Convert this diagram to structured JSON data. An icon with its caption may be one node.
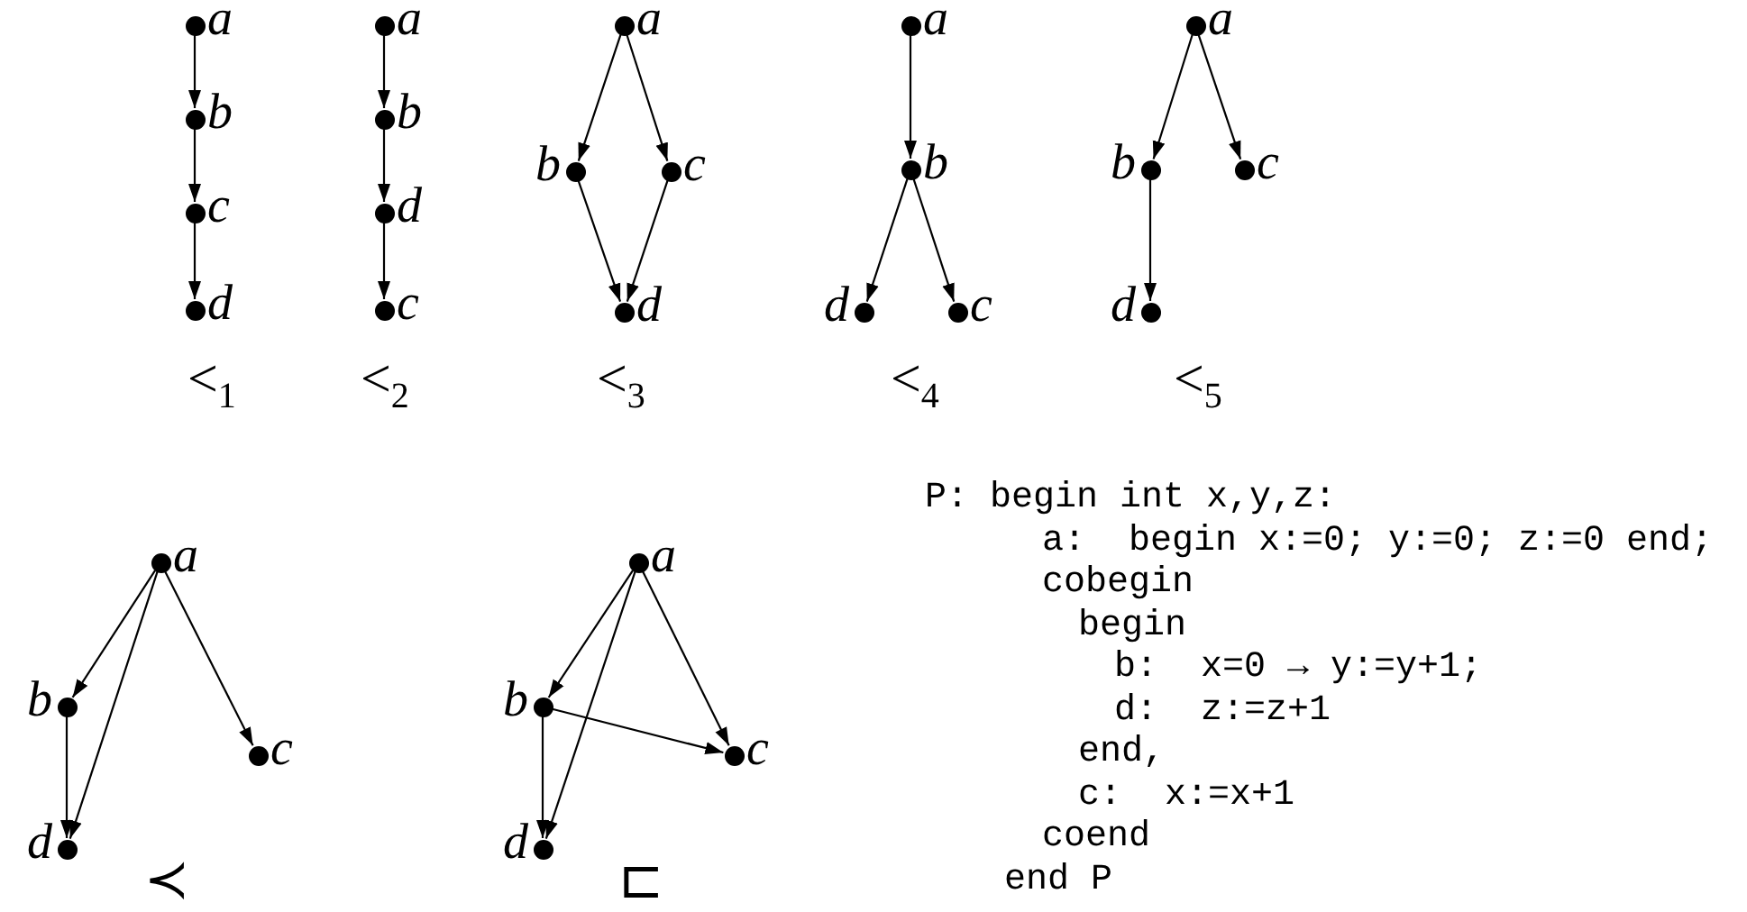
{
  "diagram": {
    "nodes": [
      {
        "text": [],
        "shape": "circle",
        "beside": [
          "a"
        ]
      },
      {
        "text": [],
        "shape": "circle",
        "beside": [
          "b"
        ]
      },
      {
        "text": [],
        "shape": "circle",
        "beside": [
          "c"
        ]
      },
      {
        "text": [],
        "shape": "circle",
        "beside": [
          "d"
        ]
      },
      {
        "text": [],
        "shape": "circle",
        "beside": [
          "a"
        ]
      },
      {
        "text": [],
        "shape": "circle",
        "beside": [
          "b"
        ]
      },
      {
        "text": [],
        "shape": "circle",
        "beside": [
          "d"
        ]
      },
      {
        "text": [],
        "shape": "circle",
        "beside": [
          "c"
        ]
      },
      {
        "text": [],
        "shape": "circle",
        "beside": [
          "a"
        ]
      },
      {
        "text": [],
        "shape": "circle",
        "beside": [
          "b"
        ]
      },
      {
        "text": [],
        "shape": "circle",
        "beside": [
          "c"
        ]
      },
      {
        "text": [],
        "shape": "circle",
        "beside": [
          "d"
        ]
      },
      {
        "text": [],
        "shape": "circle",
        "beside": [
          "a"
        ]
      },
      {
        "text": [],
        "shape": "circle",
        "beside": [
          "b"
        ]
      },
      {
        "text": [],
        "shape": "circle",
        "beside": [
          "d"
        ]
      },
      {
        "text": [],
        "shape": "circle",
        "beside": [
          "c"
        ]
      },
      {
        "text": [],
        "shape": "circle",
        "beside": [
          "a"
        ]
      },
      {
        "text": [],
        "shape": "circle",
        "beside": [
          "b"
        ]
      },
      {
        "text": [],
        "shape": "circle",
        "beside": [
          "c"
        ]
      },
      {
        "text": [],
        "shape": "circle",
        "beside": [
          "d"
        ]
      },
      {
        "text": [],
        "shape": "circle",
        "beside": [
          "a"
        ]
      },
      {
        "text": [],
        "shape": "circle",
        "beside": [
          "b"
        ]
      },
      {
        "text": [],
        "shape": "circle",
        "beside": [
          "c"
        ]
      },
      {
        "text": [],
        "shape": "circle",
        "beside": [
          "d"
        ]
      },
      {
        "text": [],
        "shape": "circle",
        "beside": [
          "a"
        ]
      },
      {
        "text": [],
        "shape": "circle",
        "beside": [
          "b"
        ]
      },
      {
        "text": [],
        "shape": "circle",
        "beside": [
          "c"
        ]
      },
      {
        "text": [],
        "shape": "circle",
        "beside": [
          "d"
        ]
      }
    ],
    "edges": [
      {
        "from": 0,
        "to": 1,
        "arrow": "to"
      },
      {
        "from": 1,
        "to": 2,
        "arrow": "to"
      },
      {
        "from": 2,
        "to": 3,
        "arrow": "to"
      },
      {
        "from": 4,
        "to": 5,
        "arrow": "to"
      },
      {
        "from": 5,
        "to": 6,
        "arrow": "to"
      },
      {
        "from": 6,
        "to": 7,
        "arrow": "to"
      },
      {
        "from": 8,
        "to": 9,
        "arrow": "to"
      },
      {
        "from": 8,
        "to": 10,
        "arrow": "to"
      },
      {
        "from": 9,
        "to": 11,
        "arrow": "to"
      },
      {
        "from": 10,
        "to": 11,
        "arrow": "to"
      },
      {
        "from": 12,
        "to": 13,
        "arrow": "to"
      },
      {
        "from": 13,
        "to": 14,
        "arrow": "to"
      },
      {
        "from": 13,
        "to": 15,
        "arrow": "to"
      },
      {
        "from": 16,
        "to": 17,
        "arrow": "to"
      },
      {
        "from": 16,
        "to": 18,
        "arrow": "to"
      },
      {
        "from": 17,
        "to": 19,
        "arrow": "to"
      },
      {
        "from": 20,
        "to": 21,
        "arrow": "to"
      },
      {
        "from": 20,
        "to": 23,
        "arrow": "to"
      },
      {
        "from": 20,
        "to": 22,
        "arrow": "to"
      },
      {
        "from": 21,
        "to": 23,
        "arrow": "to"
      },
      {
        "from": 24,
        "to": 25,
        "arrow": "to"
      },
      {
        "from": 24,
        "to": 27,
        "arrow": "to"
      },
      {
        "from": 24,
        "to": 26,
        "arrow": "to"
      },
      {
        "from": 25,
        "to": 26,
        "arrow": "to"
      },
      {
        "from": 25,
        "to": 27,
        "arrow": "to"
      }
    ],
    "labels": [
      "<$_{1}$",
      "<$_{2}$",
      "<$_{3}$",
      "<$_{4}$",
      "<$_{5}$",
      "≺",
      "⊏",
      "P: begin int x,y,z:",
      "a:  begin x:=0; y:=0; z:=0 end;",
      "cobegin",
      "begin",
      "b:  x=0 → y:=y+1;",
      "d:  z:=z+1",
      "end,",
      "c:  x:=x+1",
      "coend",
      "end P"
    ]
  }
}
